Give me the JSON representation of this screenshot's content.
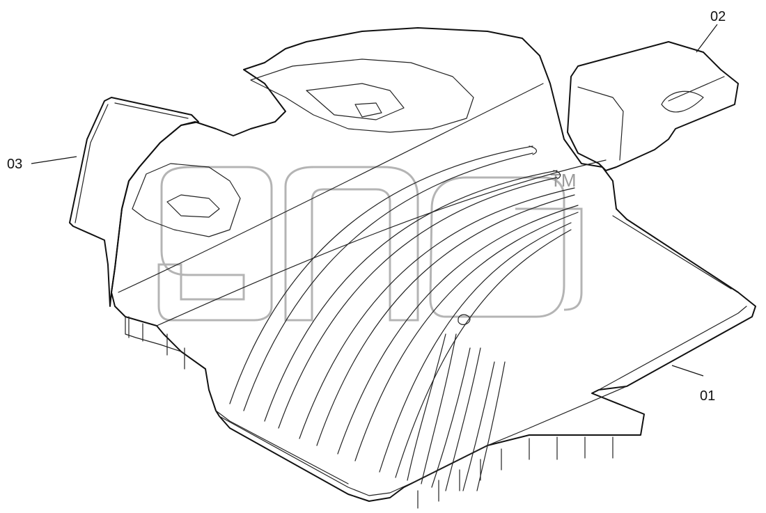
{
  "diagram": {
    "callouts": [
      {
        "id": "01",
        "label": "01"
      },
      {
        "id": "02",
        "label": "02"
      },
      {
        "id": "03",
        "label": "03"
      }
    ],
    "watermark": {
      "trademark": "TM"
    }
  }
}
